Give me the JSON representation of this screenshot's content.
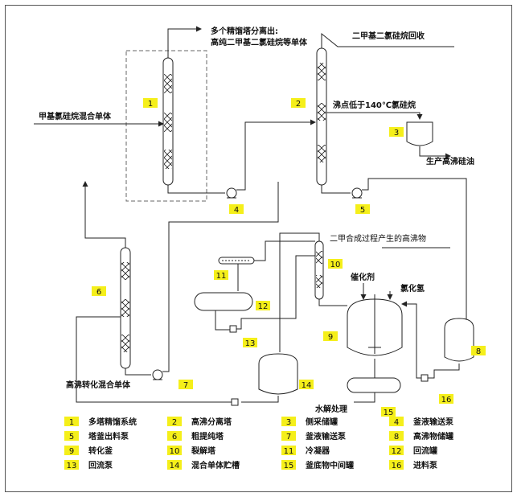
{
  "stream_labels": {
    "tower_top_out_line1": "多个精馏塔分离出:",
    "tower_top_out_line2": "高纯二甲基二氯硅烷等单体",
    "dmdcs_recovery": "二甲基二氯硅烷回收",
    "feed": "甲基氯硅烷混合单体",
    "low_boiling": "沸点低于140℃氯硅烷",
    "high_boiling_oil": "生产高沸硅油",
    "byproduct_high_boilers": "二甲合成过程产生的高沸物",
    "catalyst": "催化剂",
    "hcl": "氯化氢",
    "hydrolysis": "水解处理",
    "converted_mixture": "高沸转化混合单体"
  },
  "equipment_tags": [
    "1",
    "2",
    "3",
    "4",
    "5",
    "6",
    "7",
    "8",
    "9",
    "10",
    "11",
    "12",
    "13",
    "14",
    "15",
    "16"
  ],
  "legend": [
    {
      "num": "1",
      "text": "多塔精馏系统"
    },
    {
      "num": "2",
      "text": "高沸分离塔"
    },
    {
      "num": "3",
      "text": "侧采储罐"
    },
    {
      "num": "4",
      "text": "釜液输送泵"
    },
    {
      "num": "5",
      "text": "塔釜出料泵"
    },
    {
      "num": "6",
      "text": "粗提纯塔"
    },
    {
      "num": "7",
      "text": "釜液输送泵"
    },
    {
      "num": "8",
      "text": "高沸物储罐"
    },
    {
      "num": "9",
      "text": "转化釜"
    },
    {
      "num": "10",
      "text": "裂解塔"
    },
    {
      "num": "11",
      "text": "冷凝器"
    },
    {
      "num": "12",
      "text": "回流罐"
    },
    {
      "num": "13",
      "text": "回流泵"
    },
    {
      "num": "14",
      "text": "混合单体贮槽"
    },
    {
      "num": "15",
      "text": "釜底物中间罐"
    },
    {
      "num": "16",
      "text": "进料泵"
    }
  ],
  "colors": {
    "tag_bg": "#f5ef1a",
    "line": "#222222"
  }
}
